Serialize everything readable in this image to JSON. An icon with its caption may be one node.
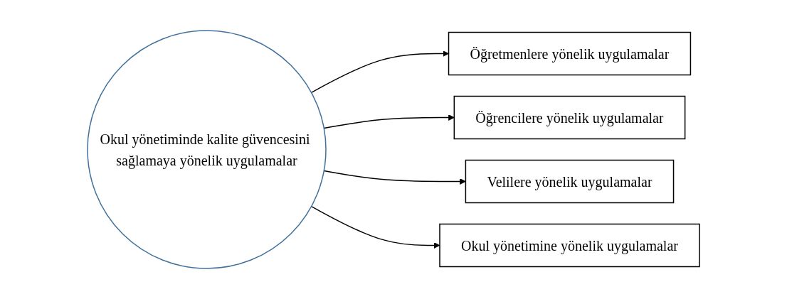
{
  "diagram": {
    "nodes": [
      {
        "text": [
          "Okul yönetiminde kalite güvencesini sağlamaya yönelik uygulamalar"
        ]
      },
      {
        "text": [
          "Öğretmenlere yönelik uygulamalar"
        ]
      },
      {
        "text": [
          "Öğrencilere yönelik uygulamalar"
        ]
      },
      {
        "text": [
          "Velilere yönelik uygulamalar"
        ]
      },
      {
        "text": [
          "Okul yönetimine yönelik uygulamalar"
        ]
      }
    ],
    "edges": [
      {
        "from": 0,
        "to": 1,
        "arrow": "to"
      },
      {
        "from": 0,
        "to": 2,
        "arrow": "to"
      },
      {
        "from": 0,
        "to": 3,
        "arrow": "to"
      },
      {
        "from": 0,
        "to": 4,
        "arrow": "to"
      }
    ]
  }
}
